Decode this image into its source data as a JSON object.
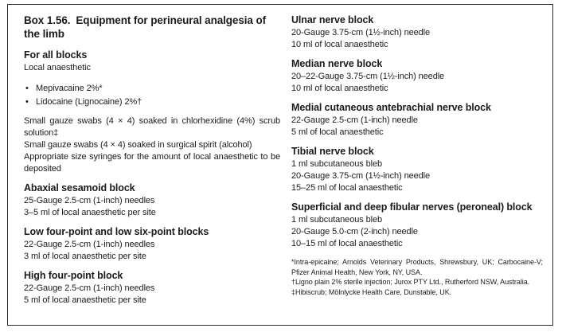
{
  "colors": {
    "background": "#ffffff",
    "border": "#2b2b2b",
    "text": "#1b1b1b"
  },
  "header": {
    "box_label": "Box 1.56.",
    "box_title": "Equipment for perineural analgesia of the limb"
  },
  "left_column": {
    "for_all_blocks": {
      "heading": "For all blocks",
      "intro": "Local anaesthetic",
      "bullets": [
        "Mepivacaine 2%*",
        "Lidocaine (Lignocaine) 2%†"
      ],
      "paragraphs": [
        "Small gauze swabs (4 × 4) soaked in chlorhexidine (4%) scrub solution‡",
        "Small gauze swabs (4 × 4) soaked in surgical spirit (alcohol)",
        "Appropriate size syringes for the amount of local anaesthetic to be deposited"
      ]
    },
    "sections": [
      {
        "heading": "Abaxial sesamoid block",
        "lines": [
          "25-Gauge 2.5-cm (1-inch) needles",
          "3–5 ml of local anaesthetic per site"
        ]
      },
      {
        "heading": "Low four-point and low six-point blocks",
        "lines": [
          "22-Gauge 2.5-cm (1-inch) needles",
          "3 ml of local anaesthetic per site"
        ]
      },
      {
        "heading": "High four-point block",
        "lines": [
          "22-Gauge 2.5-cm (1-inch) needles",
          "5 ml of local anaesthetic per site"
        ]
      }
    ]
  },
  "right_column": {
    "sections": [
      {
        "heading": "Ulnar nerve block",
        "lines": [
          "20-Gauge 3.75-cm (1½-inch) needle",
          "10 ml of local anaesthetic"
        ]
      },
      {
        "heading": "Median nerve block",
        "lines": [
          "20–22-Gauge 3.75-cm (1½-inch) needle",
          "10 ml of local anaesthetic"
        ]
      },
      {
        "heading": "Medial cutaneous antebrachial nerve block",
        "lines": [
          "22-Gauge 2.5-cm (1-inch) needle",
          "5 ml of local anaesthetic"
        ]
      },
      {
        "heading": "Tibial nerve block",
        "lines": [
          "1 ml subcutaneous bleb",
          "20-Gauge 3.75-cm (1½-inch) needle",
          "15–25 ml of local anaesthetic"
        ]
      },
      {
        "heading": "Superficial and deep fibular nerves (peroneal) block",
        "lines": [
          "1 ml subcutaneous bleb",
          "20-Gauge 5.0-cm (2-inch) needle",
          "10–15 ml of local anaesthetic"
        ]
      }
    ],
    "footnotes": [
      "*Intra-epicaine; Arnolds Veterinary Products, Shrewsbury, UK; Carbocaine-V; Pfizer Animal Health, New York, NY, USA.",
      "†Ligno plain 2% sterile injection; Jurox PTY Ltd., Rutherford NSW, Australia.",
      "‡Hibiscrub; Mölnlycke Health Care, Dunstable, UK."
    ]
  }
}
